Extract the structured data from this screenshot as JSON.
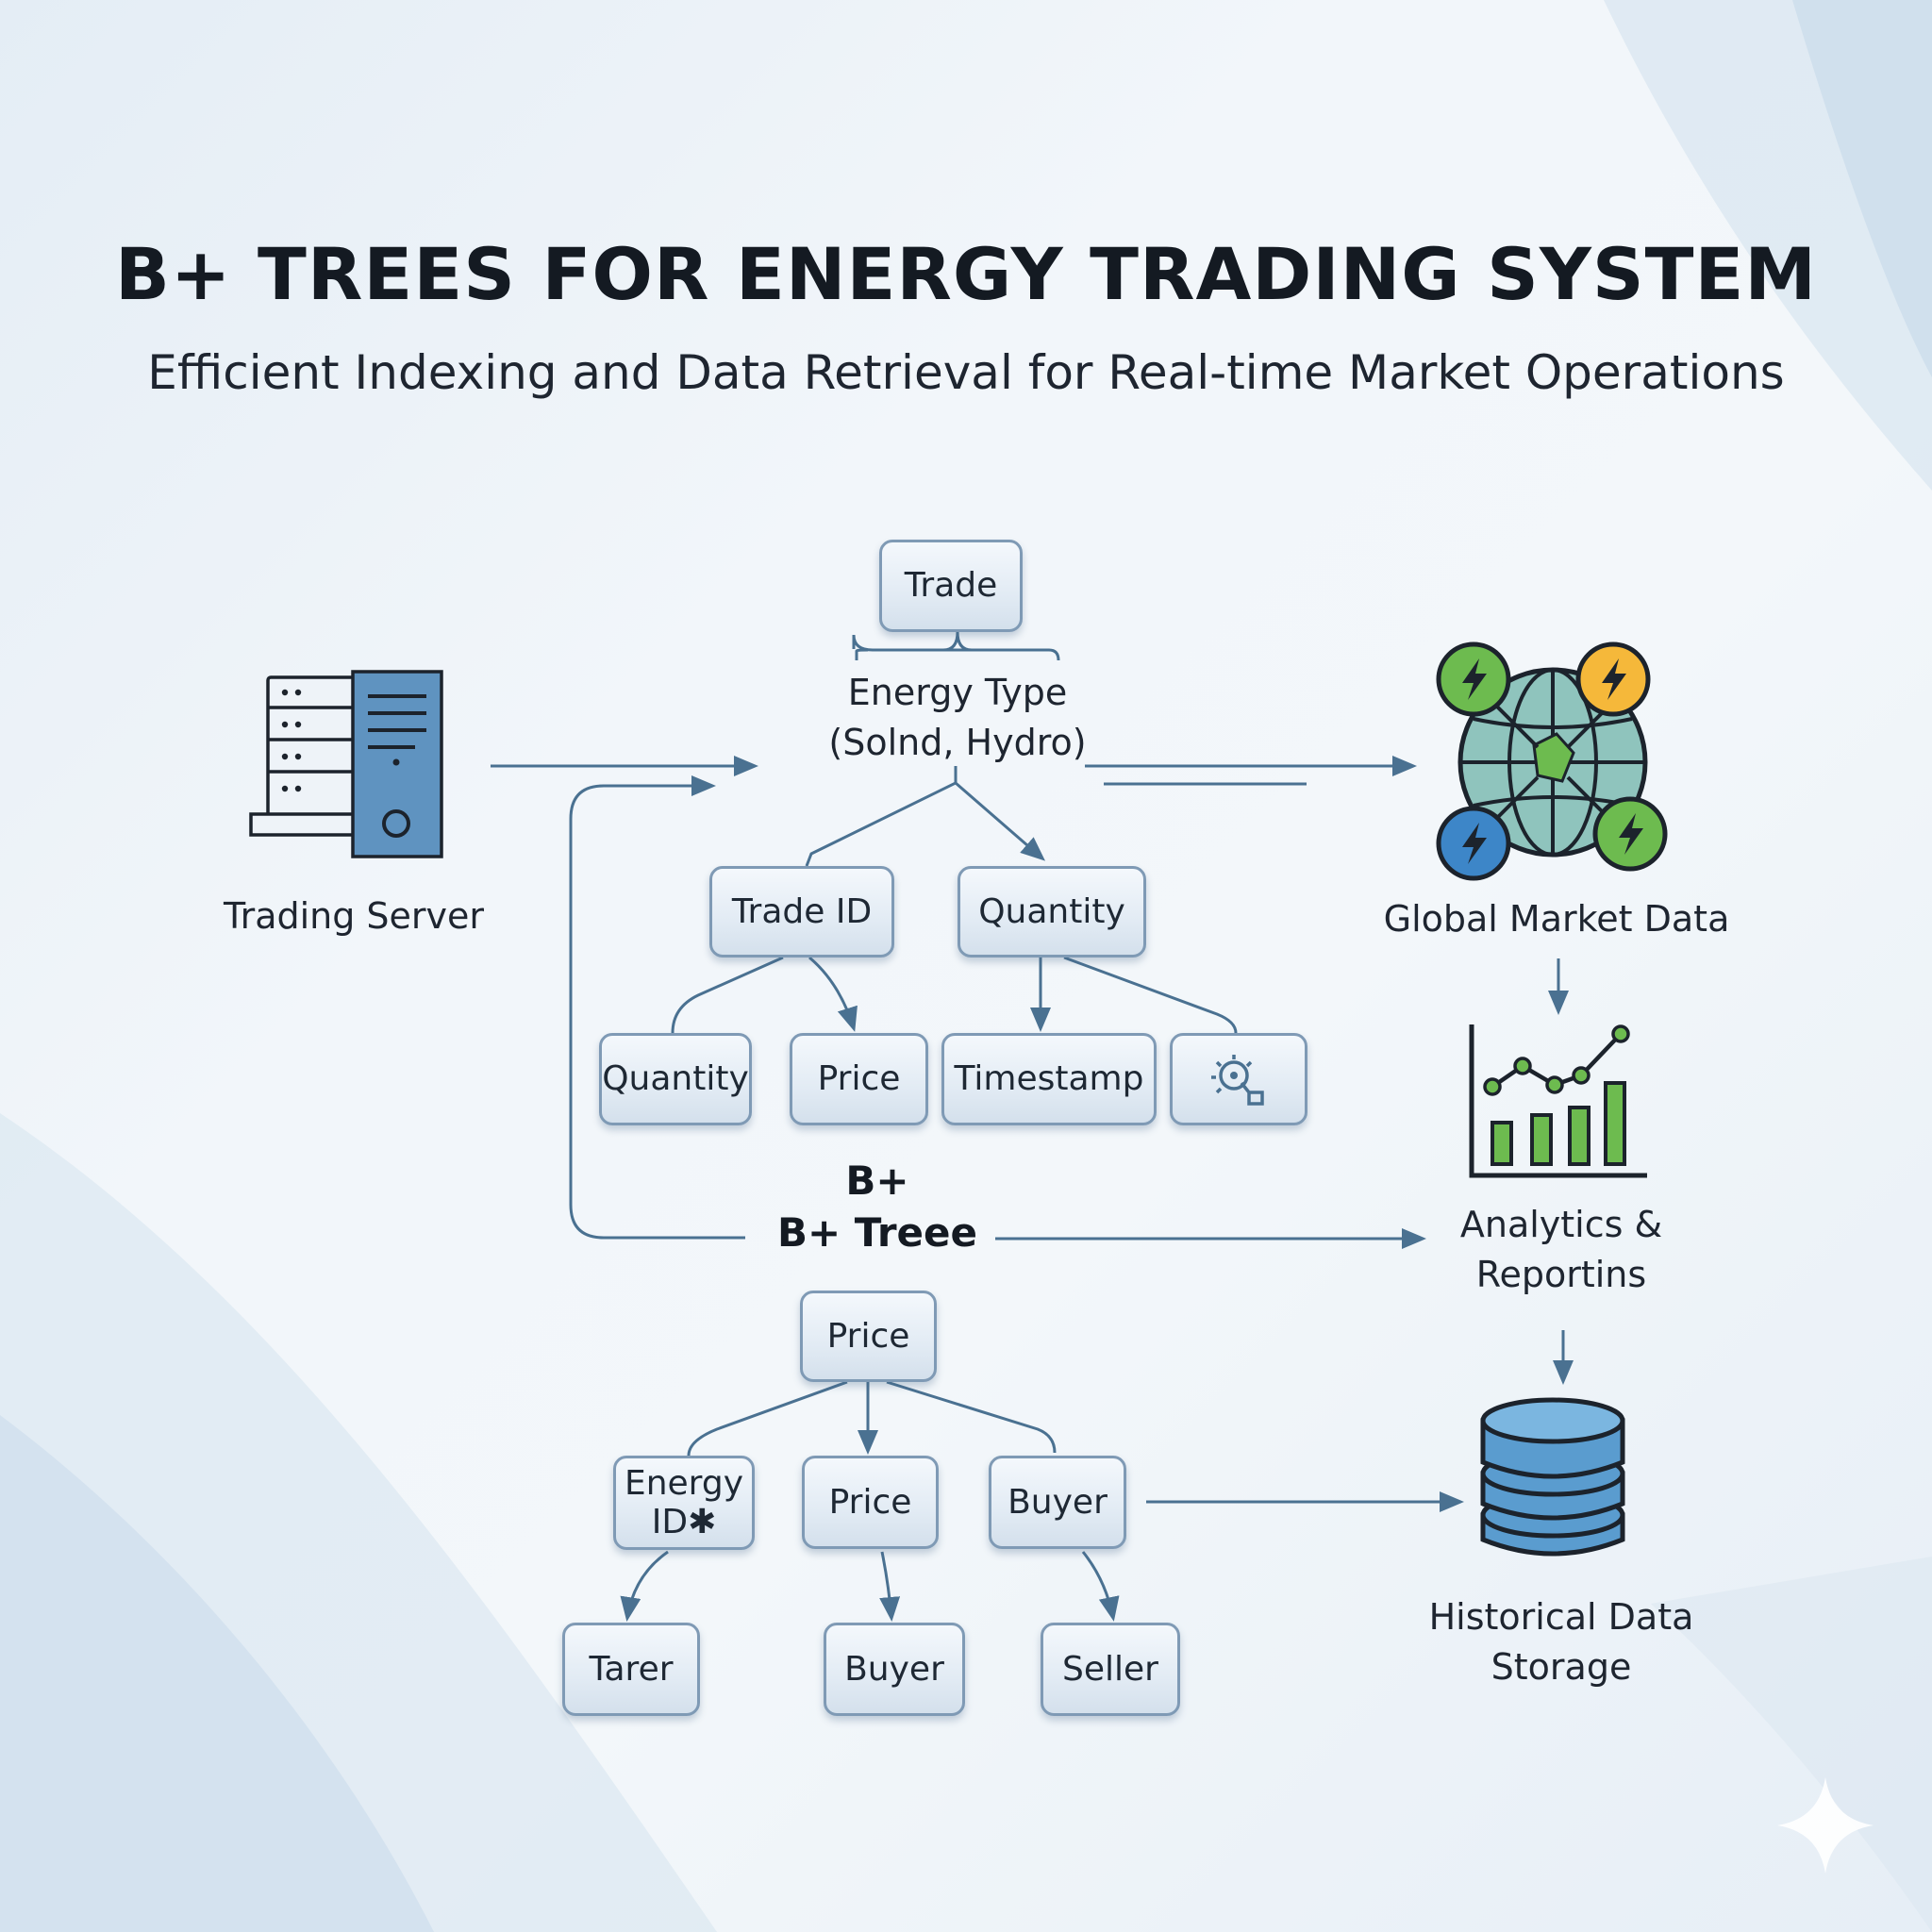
{
  "header": {
    "title": "B+ TREES FOR ENERGY TRADING SYSTEM",
    "subtitle": "Efficient Indexing and Data Retrieval for Real-time Market Operations"
  },
  "left": {
    "server_label": "Trading Server"
  },
  "tree_top": {
    "root": "Trade",
    "energy_type_line1": "Energy Type",
    "energy_type_line2": "(Solnd, Hydro)",
    "trade_id": "Trade ID",
    "quantity": "Quantity",
    "leaf_quantity": "Quantity",
    "leaf_price": "Price",
    "leaf_timestamp": "Timestamp"
  },
  "center_label": {
    "line1": "B+",
    "line2": "B+ Treee"
  },
  "tree_bottom": {
    "root": "Price",
    "energy_id_line1": "Energy",
    "energy_id_line2": "ID✱",
    "price": "Price",
    "buyer": "Buyer",
    "leaf_tarer": "Tarer",
    "leaf_buyer": "Buyer",
    "leaf_seller": "Seller"
  },
  "right": {
    "global_market": "Global Market Data",
    "analytics_line1": "Analytics &",
    "analytics_line2": "Reportins",
    "storage_line1": "Historical Data",
    "storage_line2": "Storage"
  },
  "icons": {
    "server": "server-icon",
    "globe": "globe-energy-icon",
    "chart": "analytics-chart-icon",
    "database": "database-icon",
    "leaf_gear": "gear-search-icon",
    "sparkle": "sparkle-icon"
  },
  "colors": {
    "arrow": "#4a7191",
    "node_border": "#7f9ab5",
    "green": "#6dbb4f",
    "yellow": "#f5b83a",
    "blue": "#3d86c8",
    "db_blue": "#5a9ccf"
  }
}
